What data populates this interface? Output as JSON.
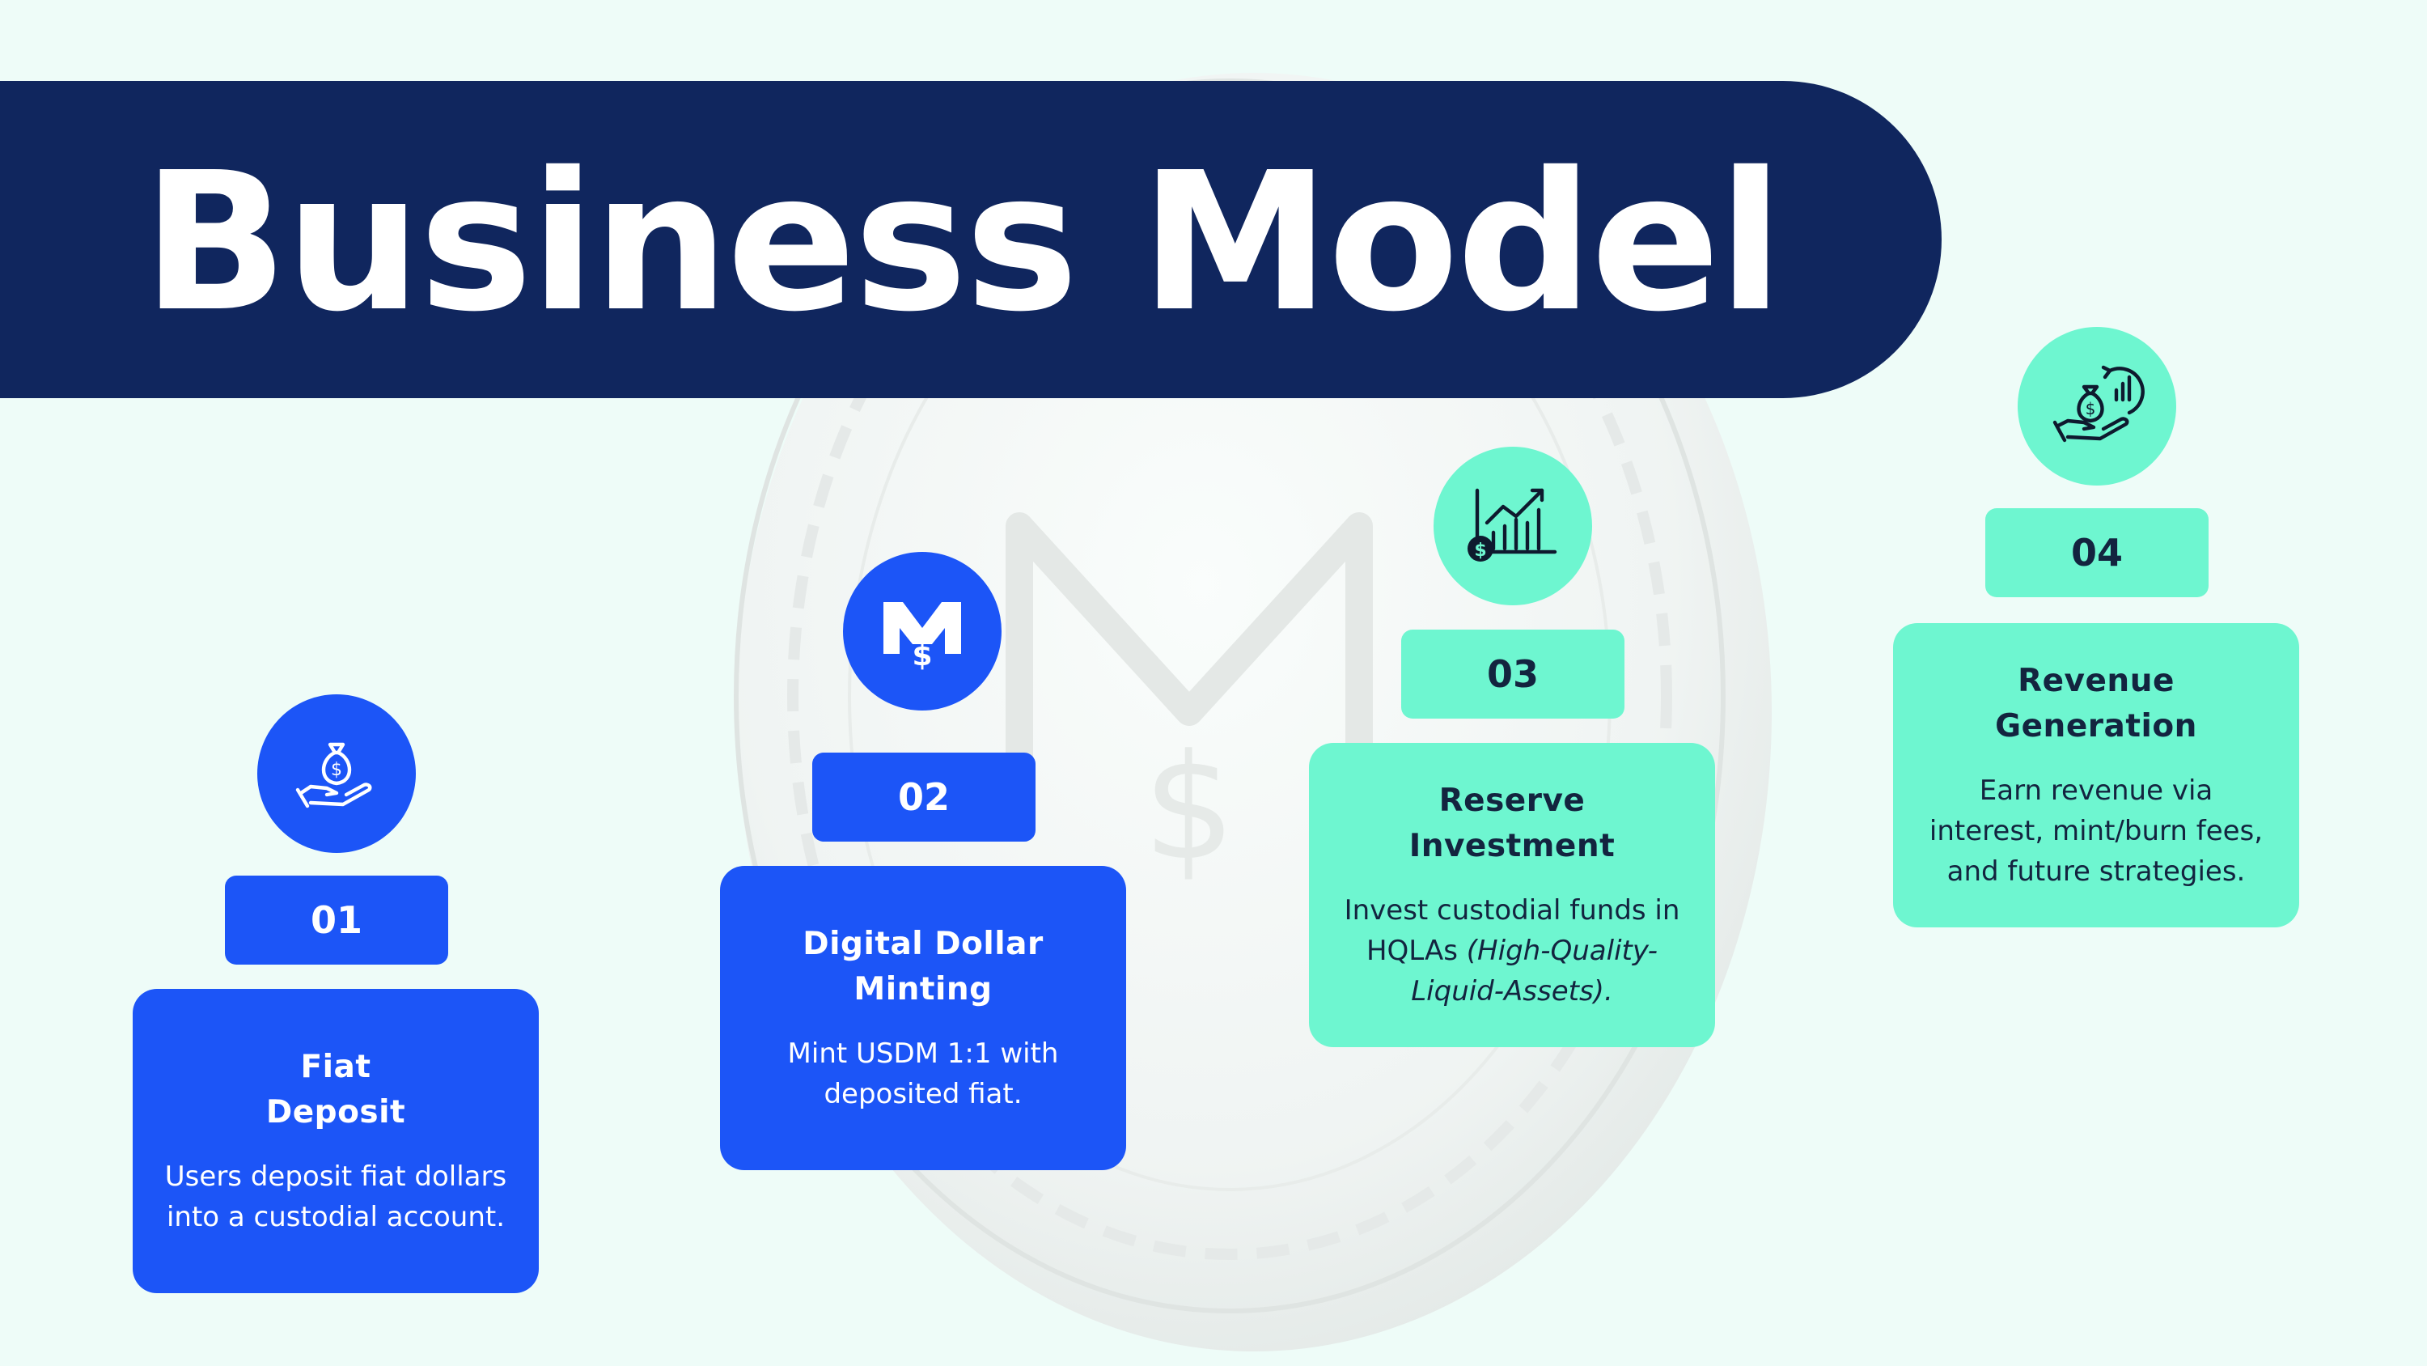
{
  "title": "Business Model",
  "colors": {
    "navy": "#10265e",
    "blue": "#1c55f7",
    "mint": "#6ef6d0",
    "background": "#eefcf8"
  },
  "steps": [
    {
      "number": "01",
      "title": "Fiat\nDeposit",
      "description": "Users deposit fiat dollars into a custodial account.",
      "icon": "money-bag-hand-icon",
      "theme": "blue"
    },
    {
      "number": "02",
      "title": "Digital Dollar\nMinting",
      "description": "Mint USDM 1:1 with deposited fiat.",
      "icon": "usdm-logo-icon",
      "theme": "blue"
    },
    {
      "number": "03",
      "title": "Reserve\nInvestment",
      "description_plain": "Invest custodial funds in HQLAs ",
      "description_italic": "(High-Quality-Liquid-Assets).",
      "icon": "growth-chart-icon",
      "theme": "mint"
    },
    {
      "number": "04",
      "title": "Revenue\nGeneration",
      "description": "Earn revenue via interest, mint/burn fees, and future strategies.",
      "icon": "revenue-cycle-icon",
      "theme": "mint"
    }
  ]
}
